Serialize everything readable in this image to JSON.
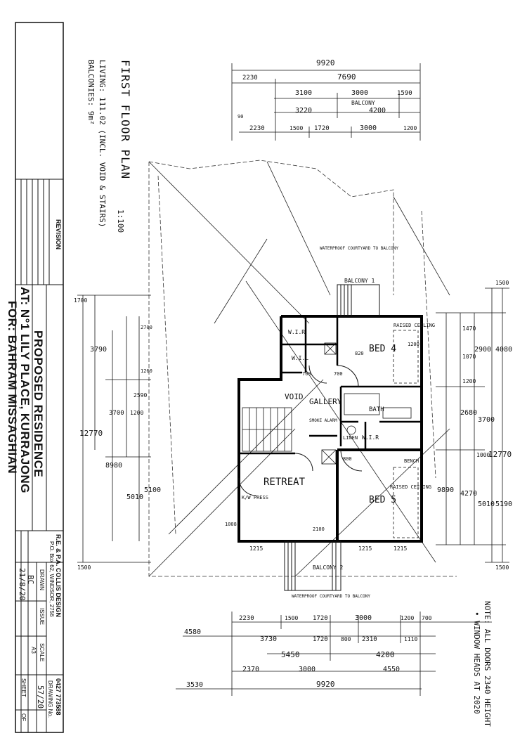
{
  "title_block": {
    "revision_label": "REVISION",
    "project": "PROPOSED RESIDENCE",
    "address": "AT: N°1 LILY PLACE, KURRAJONG",
    "client": "FOR: BAHRAM MISSAGHIAN",
    "firm": "R.E. & P.A. COLLIS DESIGN",
    "firm_address": "P.O. Box 62, WINDSOR, 2756",
    "phone": "0427 773588",
    "drawn_label": "DRAWN",
    "drawn_value": "BC",
    "date_value": "21/8/20",
    "issue_label": "ISSUE",
    "scale_label": "SCALE",
    "scale_value": "A3",
    "drawing_no_label": "DRAWING No.",
    "drawing_no_value": "57/20",
    "sheet_label": "SHEET",
    "of_label": "OF"
  },
  "plan": {
    "title": "FIRST FLOOR PLAN",
    "scale": "1:100",
    "living_area": "LIVING: 111.02 (INCL. VOID & STAIRS)",
    "balconies": "BALCONIES: 9m²",
    "note_line1": "NOTE: ALL DOORS 2340 HEIGHT",
    "note_line2": "• WINDOW HEADS AT 2020",
    "rooms": {
      "bed4": "BED 4",
      "bed5": "BED 5",
      "retreat": "RETREAT",
      "gallery": "GALLERY",
      "void": "VOID",
      "bath": "BATH",
      "wil": "W.I.L",
      "wir1": "W.I.R",
      "wir2": "W.I.R",
      "linen": "LINEN",
      "balcony1": "BALCONY 1",
      "balcony2": "BALCONY 2",
      "raised_ceiling1": "RAISED CEILING",
      "raised_ceiling2": "RAISED CEILING",
      "kw_press": "K/W PRESS",
      "bench": "BENCH",
      "smoke_alarm": "SMOKE ALARM",
      "waterproof1": "WATERPROOF COURTYARD TO BALCONY",
      "waterproof2": "WATERPROOF COURTYARD TO BALCONY"
    },
    "dims_top": {
      "overall": "9920",
      "row1": [
        "2230",
        "7690"
      ],
      "row2": [
        "3100",
        "3000",
        "1590"
      ],
      "balcony": "BALCONY",
      "row3": [
        "3220",
        "4200"
      ],
      "row4": [
        "2230",
        "1500",
        "1720",
        "3000",
        "1200"
      ],
      "ninety": "90"
    },
    "dims_bottom": {
      "row1": [
        "2230",
        "1500",
        "1720",
        "3000",
        "1200",
        "700"
      ],
      "row2": [
        "4580",
        "3730",
        "1720",
        "800",
        "2310",
        "1110"
      ],
      "row3": [
        "5450",
        "4200"
      ],
      "row4": [
        "2370",
        "3000",
        "4550"
      ],
      "row5": [
        "3530",
        "9920"
      ]
    },
    "dims_left": {
      "overall": "12770",
      "upper": "1700",
      "a": "3790",
      "b": "8980",
      "c": "5100",
      "d": "5010",
      "e": "2590",
      "f": "3700",
      "g": "1200",
      "h": "1500",
      "i": "2700",
      "j": "1260"
    },
    "dims_right": {
      "overall": "12770",
      "top": "1500",
      "a": "4080",
      "b": "2900",
      "c": "3700",
      "d": "2680",
      "e": "1200",
      "f": "5010",
      "g": "5190",
      "h": "4270",
      "i": "9890",
      "j": "1500",
      "k": "1470",
      "l": "1070",
      "m": "1000"
    },
    "openings": {
      "d1215a": "1215",
      "d1215b": "1215",
      "d1215c": "1215",
      "w2100": "2100",
      "w1200": "1200",
      "d700a": "700",
      "d700b": "700",
      "d800": "800",
      "d820": "820",
      "w1008": "1008"
    }
  }
}
